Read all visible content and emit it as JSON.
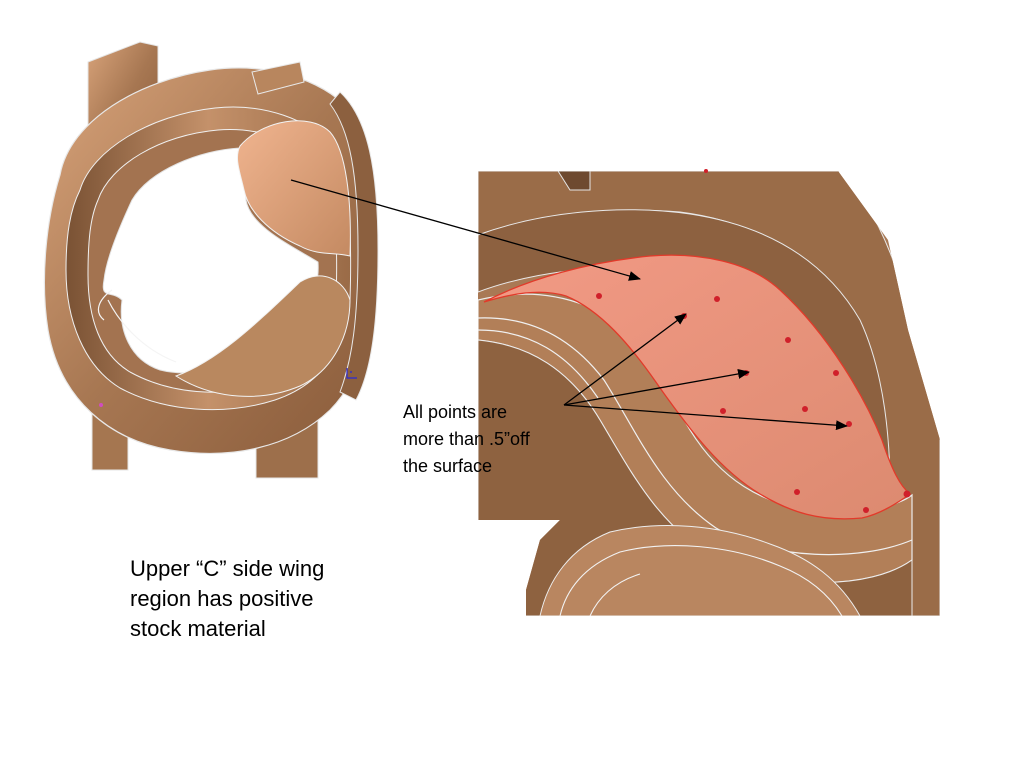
{
  "slide": {
    "caption_main": "Upper “C” side wing\nregion has positive\nstock material",
    "caption_points": "All points are\nmore than .5”off\nthe surface"
  },
  "colors": {
    "background": "#ffffff",
    "part": "#a87a56",
    "part_light": "#d9a47c",
    "part_dark": "#8a5e3d",
    "edge": "#e8e8e8",
    "highlight_surface": "#e8907a",
    "highlight_edge": "#e23a2a",
    "point": "#d0202a",
    "arrow": "#000000"
  },
  "figures": {
    "overview_model": "cad-casting-overview",
    "detail_model": "cad-casting-detail"
  }
}
